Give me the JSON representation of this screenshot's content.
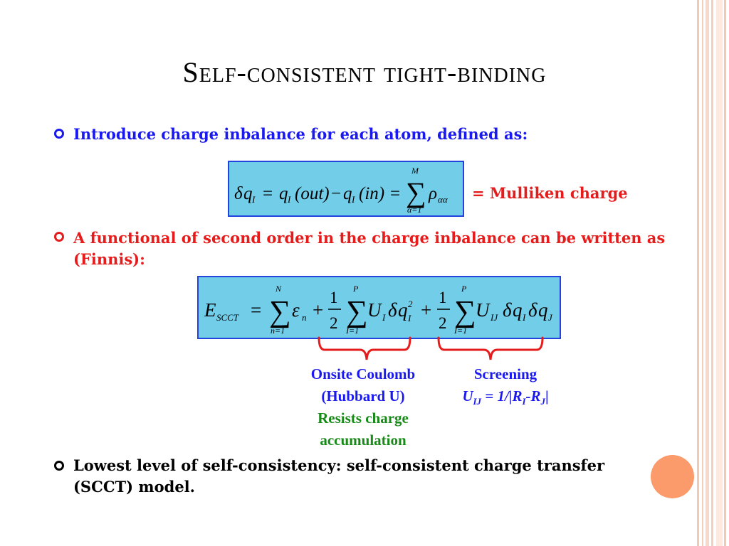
{
  "slide": {
    "title": "Self-consistent tight-binding",
    "colors": {
      "blue": "#1a1aef",
      "red": "#e61c1c",
      "green": "#178a17",
      "box": "#72cde9",
      "accent": "#fb9a6a"
    }
  },
  "bullets": [
    {
      "text": "Introduce charge inbalance for each atom, defined as:"
    },
    {
      "text": "A functional of second order in the charge inbalance can be written as (Finnis):"
    },
    {
      "text": "Lowest level of self-consistency: self-consistent charge transfer (SCCT) model."
    }
  ],
  "equation1": {
    "delta": "δ",
    "q": "q",
    "I": "I",
    "eq": "=",
    "minus": "−",
    "out": "(out)",
    "in": "(in)",
    "sigma": "∑",
    "upper": "M",
    "lower": "α=1",
    "rho": "ρ",
    "alphas": "αα"
  },
  "mulliken_label": "= Mulliken charge",
  "equation2": {
    "E": "E",
    "scct": "SCCT",
    "eq": "=",
    "sigma": "∑",
    "upper1": "N",
    "lower1": "n=1",
    "eps": "ε",
    "n": "n",
    "plus": "+",
    "one": "1",
    "two": "2",
    "upper2": "P",
    "lower2": "I=1",
    "U": "U",
    "I": "I",
    "delta": "δ",
    "q": "q",
    "sq": "2",
    "upper3": "P",
    "lower3": "I=1",
    "IJ": "IJ",
    "J": "J"
  },
  "onsite": {
    "line1": "Onsite Coulomb",
    "line2": "(Hubbard U)",
    "line3": "Resists charge",
    "line4": "accumulation"
  },
  "screening": {
    "title": "Screening",
    "formula": "U",
    "sub1": "IJ",
    "mid": " = 1/|R",
    "sub2": "I",
    "dash": "-R",
    "sub3": "J",
    "end": "|"
  }
}
